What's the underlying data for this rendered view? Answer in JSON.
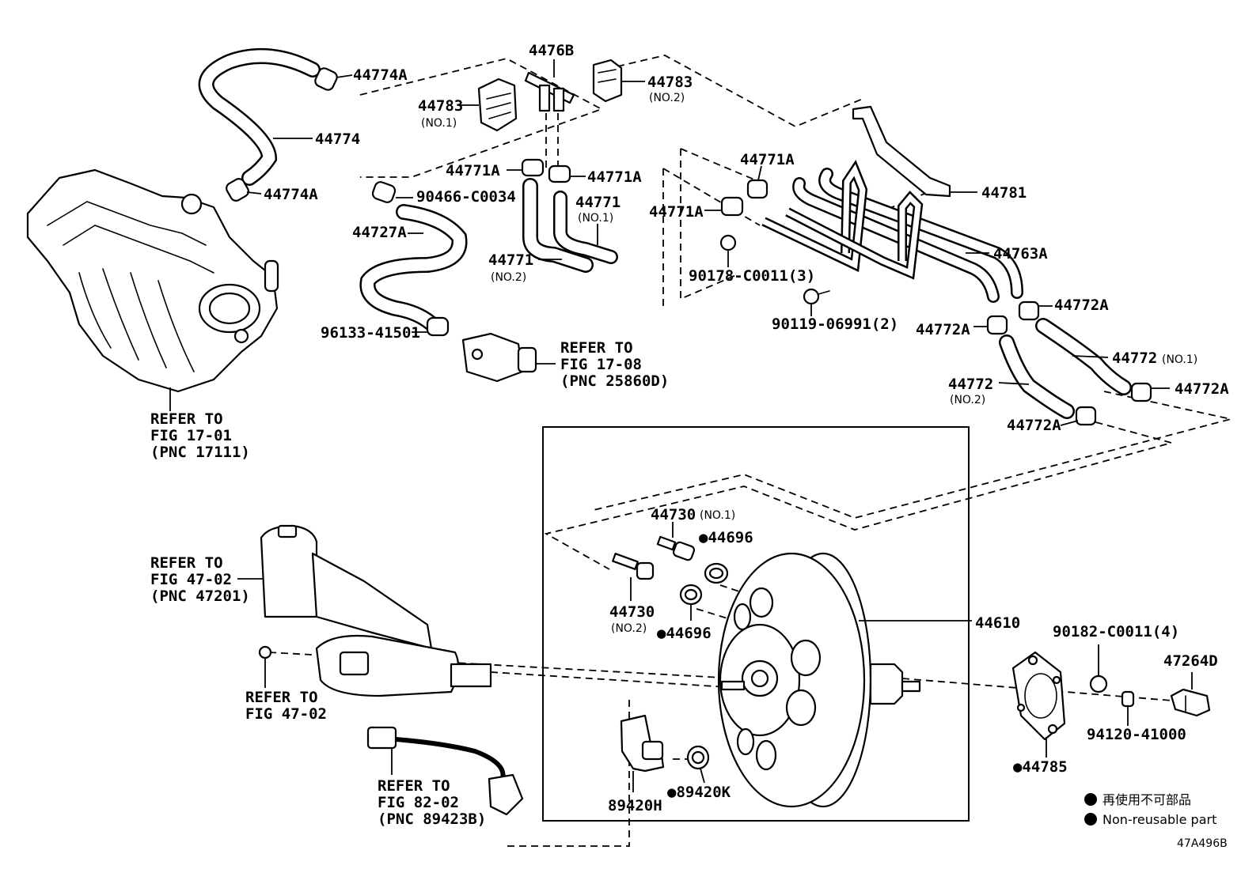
{
  "labels": {
    "p44774A_top": "44774A",
    "p44774A_bot": "44774A",
    "p44774": "44774",
    "p4476B": "4476B",
    "p44783_1": "44783",
    "p44783_1_sub": "(NO.1)",
    "p44783_2": "44783",
    "p44783_2_sub": "(NO.2)",
    "p44771A_1": "44771A",
    "p44771A_2": "44771A",
    "p44771A_3": "44771A",
    "p44771A_4": "44771A",
    "p90466": "90466-C0034",
    "p44727A": "44727A",
    "p44771_1": "44771",
    "p44771_1_sub": "(NO.1)",
    "p44771_2": "44771",
    "p44771_2_sub": "(NO.2)",
    "p44781": "44781",
    "p90178": "90178-C0011(3)",
    "p44763A": "44763A",
    "p90119": "90119-06991(2)",
    "p44772A_1": "44772A",
    "p44772A_2": "44772A",
    "p44772A_3": "44772A",
    "p44772A_4": "44772A",
    "p44772_1": "44772",
    "p44772_1_sub": "(NO.1)",
    "p44772_2": "44772",
    "p44772_2_sub": "(NO.2)",
    "p96133": "96133-41501",
    "p44730_1": "44730",
    "p44730_1_sub": "(NO.1)",
    "p44730_2": "44730",
    "p44730_2_sub": "(NO.2)",
    "p44696_1": "●44696",
    "p44696_2": "●44696",
    "p44610": "44610",
    "p90182": "90182-C0011(4)",
    "p47264D": "47264D",
    "p94120": "94120-41000",
    "p44785": "●44785",
    "p89420H": "89420H",
    "p89420K": "●89420K"
  },
  "refs": {
    "ref1_l1": "REFER TO",
    "ref1_l2": "FIG 17-01",
    "ref1_l3": "(PNC 17111)",
    "ref2_l1": "REFER TO",
    "ref2_l2": "FIG 17-08",
    "ref2_l3": "(PNC 25860D)",
    "ref3_l1": "REFER TO",
    "ref3_l2": "FIG 47-02",
    "ref3_l3": "(PNC 47201)",
    "ref4_l1": "REFER TO",
    "ref4_l2": "FIG 47-02",
    "ref5_l1": "REFER TO",
    "ref5_l2": "FIG 82-02",
    "ref5_l3": "(PNC 89423B)"
  },
  "legend": {
    "jp": "再使用不可部品",
    "en": "Non-reusable part"
  },
  "figure_code": "47A496B"
}
